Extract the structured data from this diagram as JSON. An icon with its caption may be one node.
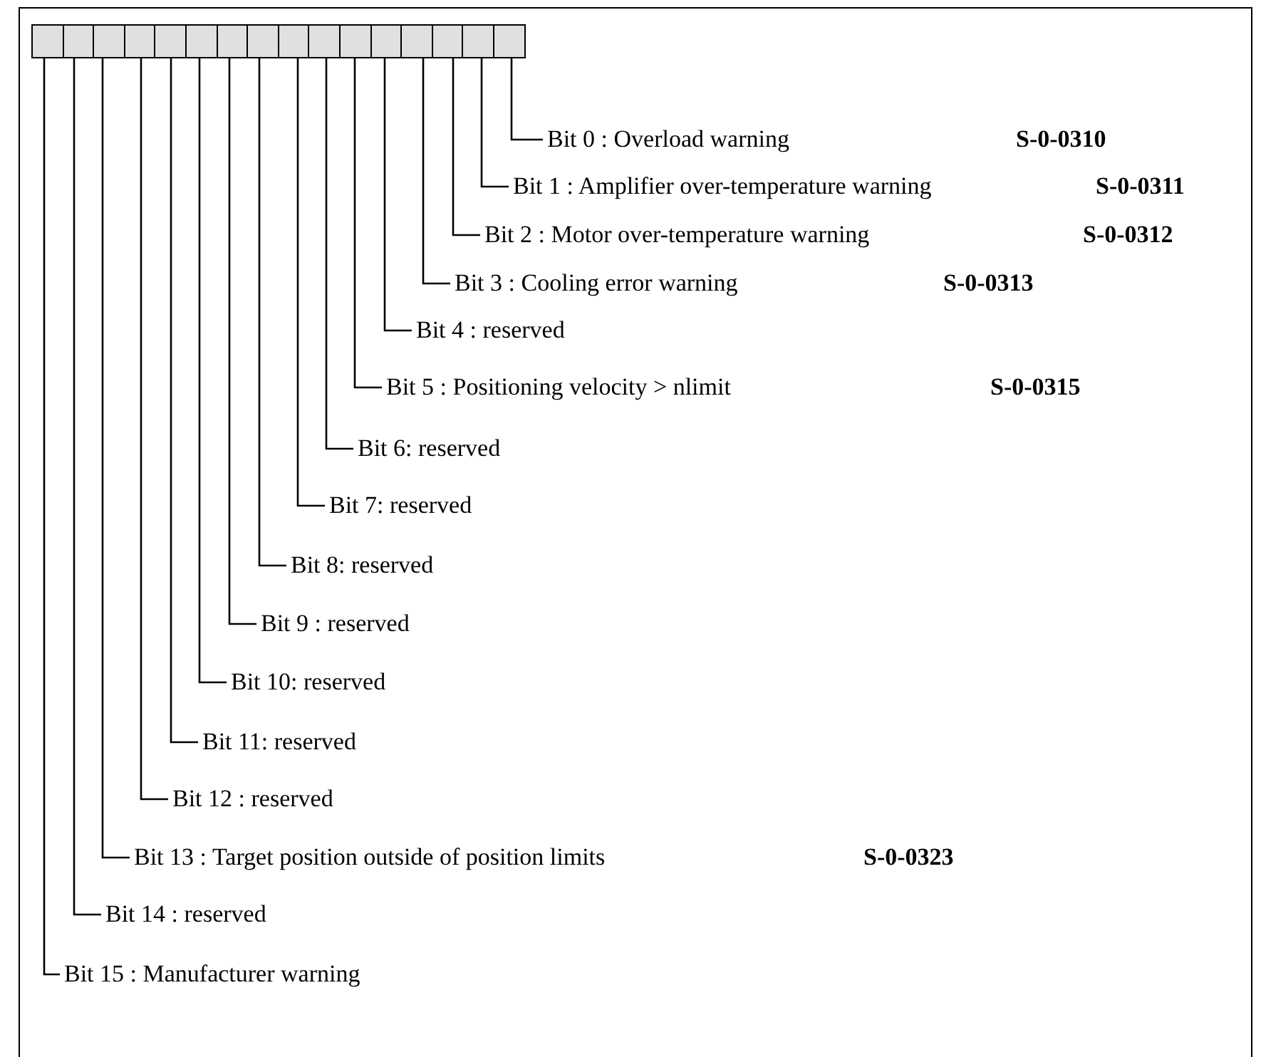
{
  "diagram": {
    "nodes": [
      {
        "text": [],
        "shape": "box"
      },
      {
        "text": [],
        "shape": "box"
      },
      {
        "text": [],
        "shape": "box"
      },
      {
        "text": [],
        "shape": "box"
      },
      {
        "text": [],
        "shape": "box"
      },
      {
        "text": [],
        "shape": "box"
      },
      {
        "text": [],
        "shape": "box"
      },
      {
        "text": [],
        "shape": "box"
      },
      {
        "text": [],
        "shape": "box"
      },
      {
        "text": [],
        "shape": "box"
      },
      {
        "text": [],
        "shape": "box"
      },
      {
        "text": [],
        "shape": "box"
      },
      {
        "text": [],
        "shape": "box"
      },
      {
        "text": [],
        "shape": "box"
      },
      {
        "text": [],
        "shape": "box"
      },
      {
        "text": [],
        "shape": "box"
      },
      {
        "text": [
          "Bit 0 : Overload warning"
        ]
      },
      {
        "text": [
          "Bit 1 : Amplifier over-temperature warning"
        ]
      },
      {
        "text": [
          "Bit 2 : Motor over-temperature warning"
        ]
      },
      {
        "text": [
          "Bit 3 : Cooling error warning"
        ]
      },
      {
        "text": [
          "Bit 4 : reserved"
        ]
      },
      {
        "text": [
          "Bit 5 : Positioning velocity > nlimit"
        ]
      },
      {
        "text": [
          "Bit 6: reserved"
        ]
      },
      {
        "text": [
          "Bit 7: reserved"
        ]
      },
      {
        "text": [
          "Bit 8: reserved"
        ]
      },
      {
        "text": [
          "Bit 9 : reserved"
        ]
      },
      {
        "text": [
          "Bit 10: reserved"
        ]
      },
      {
        "text": [
          "Bit 11: reserved"
        ]
      },
      {
        "text": [
          "Bit 12 : reserved"
        ]
      },
      {
        "text": [
          "Bit 13 : Target position outside of position limits"
        ]
      },
      {
        "text": [
          "Bit 14 : reserved"
        ]
      },
      {
        "text": [
          "Bit 15 : Manufacturer warning"
        ]
      }
    ],
    "edges": [
      {
        "from": 16,
        "to": 15,
        "arrow": "none"
      },
      {
        "from": 17,
        "to": 14,
        "arrow": "none"
      },
      {
        "from": 18,
        "to": 13,
        "arrow": "none"
      },
      {
        "from": 19,
        "to": 12,
        "arrow": "none"
      },
      {
        "from": 20,
        "to": 11,
        "arrow": "none"
      },
      {
        "from": 21,
        "to": 10,
        "arrow": "none"
      },
      {
        "from": 22,
        "to": 9,
        "arrow": "none"
      },
      {
        "from": 23,
        "to": 8,
        "arrow": "none"
      },
      {
        "from": 24,
        "to": 7,
        "arrow": "none"
      },
      {
        "from": 25,
        "to": 6,
        "arrow": "none"
      },
      {
        "from": 26,
        "to": 5,
        "arrow": "none"
      },
      {
        "from": 27,
        "to": 4,
        "arrow": "none"
      },
      {
        "from": 28,
        "to": 3,
        "arrow": "none"
      },
      {
        "from": 29,
        "to": 2,
        "arrow": "none"
      },
      {
        "from": 30,
        "to": 1,
        "arrow": "none"
      },
      {
        "from": 31,
        "to": 0,
        "arrow": "none"
      }
    ],
    "labels": [
      "S-0-0310",
      "S-0-0311",
      "S-0-0312",
      "S-0-0313",
      "S-0-0315",
      "S-0-0323"
    ]
  }
}
